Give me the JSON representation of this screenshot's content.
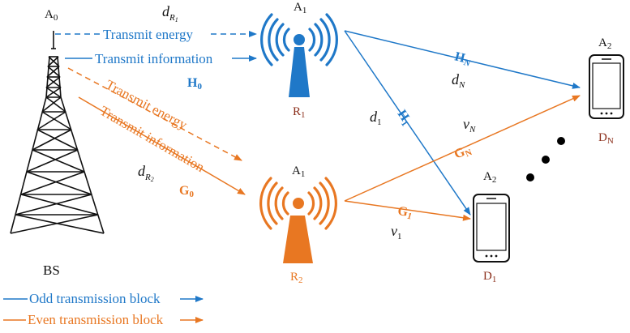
{
  "colors": {
    "odd": "#1f78c8",
    "even": "#e87722",
    "ink": "#111111"
  },
  "nodes": {
    "bs": {
      "label": "BS",
      "antenna_label": "A",
      "antenna_sub": "0"
    },
    "r1": {
      "label": "R",
      "label_sub": "1",
      "antenna_label": "A",
      "antenna_sub": "1"
    },
    "r2": {
      "label": "R",
      "label_sub": "2",
      "antenna_label": "A",
      "antenna_sub": "1"
    },
    "d1": {
      "label": "D",
      "label_sub": "1",
      "antenna_label": "A",
      "antenna_sub": "2"
    },
    "dn": {
      "label": "D",
      "label_sub": "N",
      "antenna_label": "A",
      "antenna_sub": "2"
    }
  },
  "links": {
    "bs_r1_energy": "Transmit energy",
    "bs_r1_info": "Transmit information",
    "bs_r2_energy": "Transmit energy",
    "bs_r2_info": "Transmit information"
  },
  "channels": {
    "h0": {
      "main": "H",
      "sub": "0"
    },
    "g0": {
      "main": "G",
      "sub": "0"
    },
    "hn": {
      "main": "H",
      "sub": "N"
    },
    "h1": {
      "main": "H",
      "sub": "1"
    },
    "gn": {
      "main": "G",
      "sub": "N"
    },
    "g1": {
      "main": "G",
      "sub": "1"
    }
  },
  "distances": {
    "dr1": {
      "main": "d",
      "sub": "R",
      "subsub": "1"
    },
    "dr2": {
      "main": "d",
      "sub": "R",
      "subsub": "2"
    },
    "dn": {
      "main": "d",
      "sub": "N"
    },
    "d1": {
      "main": "d",
      "sub": "1"
    },
    "vn": {
      "main": "v",
      "sub": "N"
    },
    "v1": {
      "main": "v",
      "sub": "1"
    }
  },
  "legend": {
    "odd": "Odd transmission block",
    "even": "Even transmission block"
  }
}
